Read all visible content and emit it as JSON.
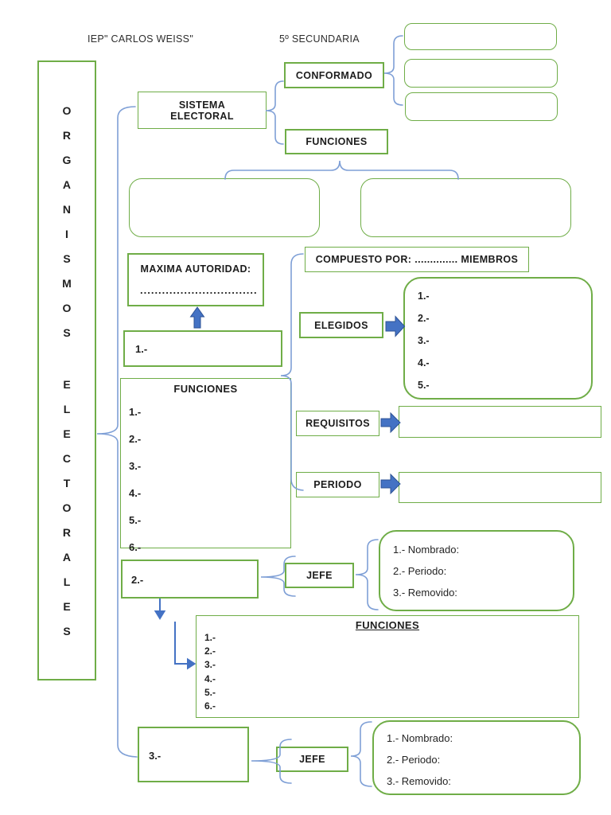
{
  "header": {
    "school_name": "IEP\" CARLOS WEISS\"",
    "grade": "5º SECUNDARIA"
  },
  "main_title": {
    "word1": "ORGANISMOS",
    "word2": "ELECTORALES"
  },
  "colors": {
    "box_border_green": "#6FAD47",
    "brace_blue": "#7E9FD6",
    "arrow_blue": "#4472C4",
    "arrow_outline_blue": "#2E5395"
  },
  "nodes": {
    "sistema_electoral": {
      "line1": "SISTEMA",
      "line2": "ELECTORAL"
    },
    "conformado": {
      "label": "CONFORMADO"
    },
    "funciones_sistema": {
      "label": "FUNCIONES"
    },
    "maxima_autoridad": {
      "label": "MAXIMA AUTORIDAD:",
      "dotted_line": "......................................"
    },
    "organismo_1": {
      "label": "1.-"
    },
    "funciones_organismo_1": {
      "title": "FUNCIONES",
      "items": [
        "1.-",
        "2.-",
        "3.-",
        "4.-",
        "5.-",
        "6.-"
      ]
    },
    "compuesto_por": {
      "label": "COMPUESTO POR: .............. MIEMBROS"
    },
    "elegidos": {
      "label": "ELEGIDOS",
      "items": [
        "1.-",
        "2.-",
        "3.-",
        "4.-",
        "5.-"
      ]
    },
    "requisitos": {
      "label": "REQUISITOS"
    },
    "periodo": {
      "label": "PERIODO"
    },
    "organismo_2": {
      "label": "2.-"
    },
    "jefe_organismo_2": {
      "label": "JEFE",
      "items": [
        "1.- Nombrado:",
        "2.- Periodo:",
        "3.- Removido:"
      ]
    },
    "funciones_organismo_2": {
      "title": "FUNCIONES",
      "items": [
        "1.-",
        "2.-",
        "3.-",
        "4.-",
        "5.-",
        "6.-"
      ]
    },
    "organismo_3": {
      "label": "3.-"
    },
    "jefe_organismo_3": {
      "label": "JEFE",
      "items": [
        "1.- Nombrado:",
        "2.- Periodo:",
        "3.- Removido:"
      ]
    }
  }
}
